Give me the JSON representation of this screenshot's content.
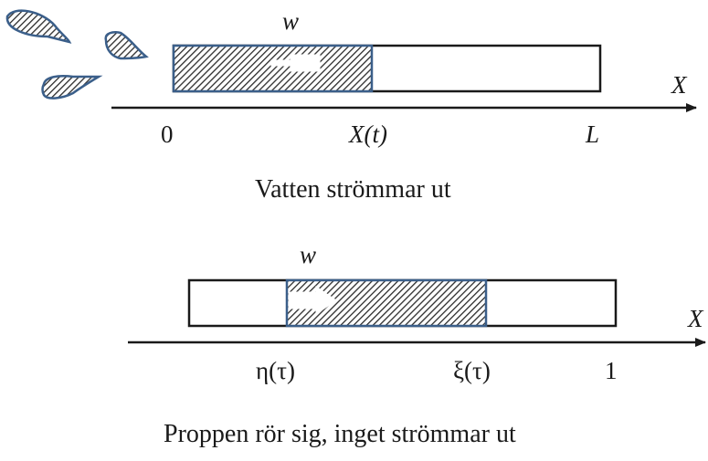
{
  "colors": {
    "stroke": "#1a1a1a",
    "fill_edge": "#3b5f8a",
    "hatch": "#2b2b2b",
    "background": "#ffffff"
  },
  "top": {
    "velocity_label": "w",
    "axis_label": "X",
    "tick_zero": "0",
    "tick_position": "X(t)",
    "tick_length": "L",
    "caption": "Vatten strömmar ut",
    "arrow_direction": "left"
  },
  "bottom": {
    "velocity_label": "w",
    "axis_label": "X",
    "tick_eta": "η(τ)",
    "tick_xi": "ξ(τ)",
    "tick_one": "1",
    "caption": "Proppen rör sig, inget strömmar ut",
    "arrow_direction": "right"
  }
}
